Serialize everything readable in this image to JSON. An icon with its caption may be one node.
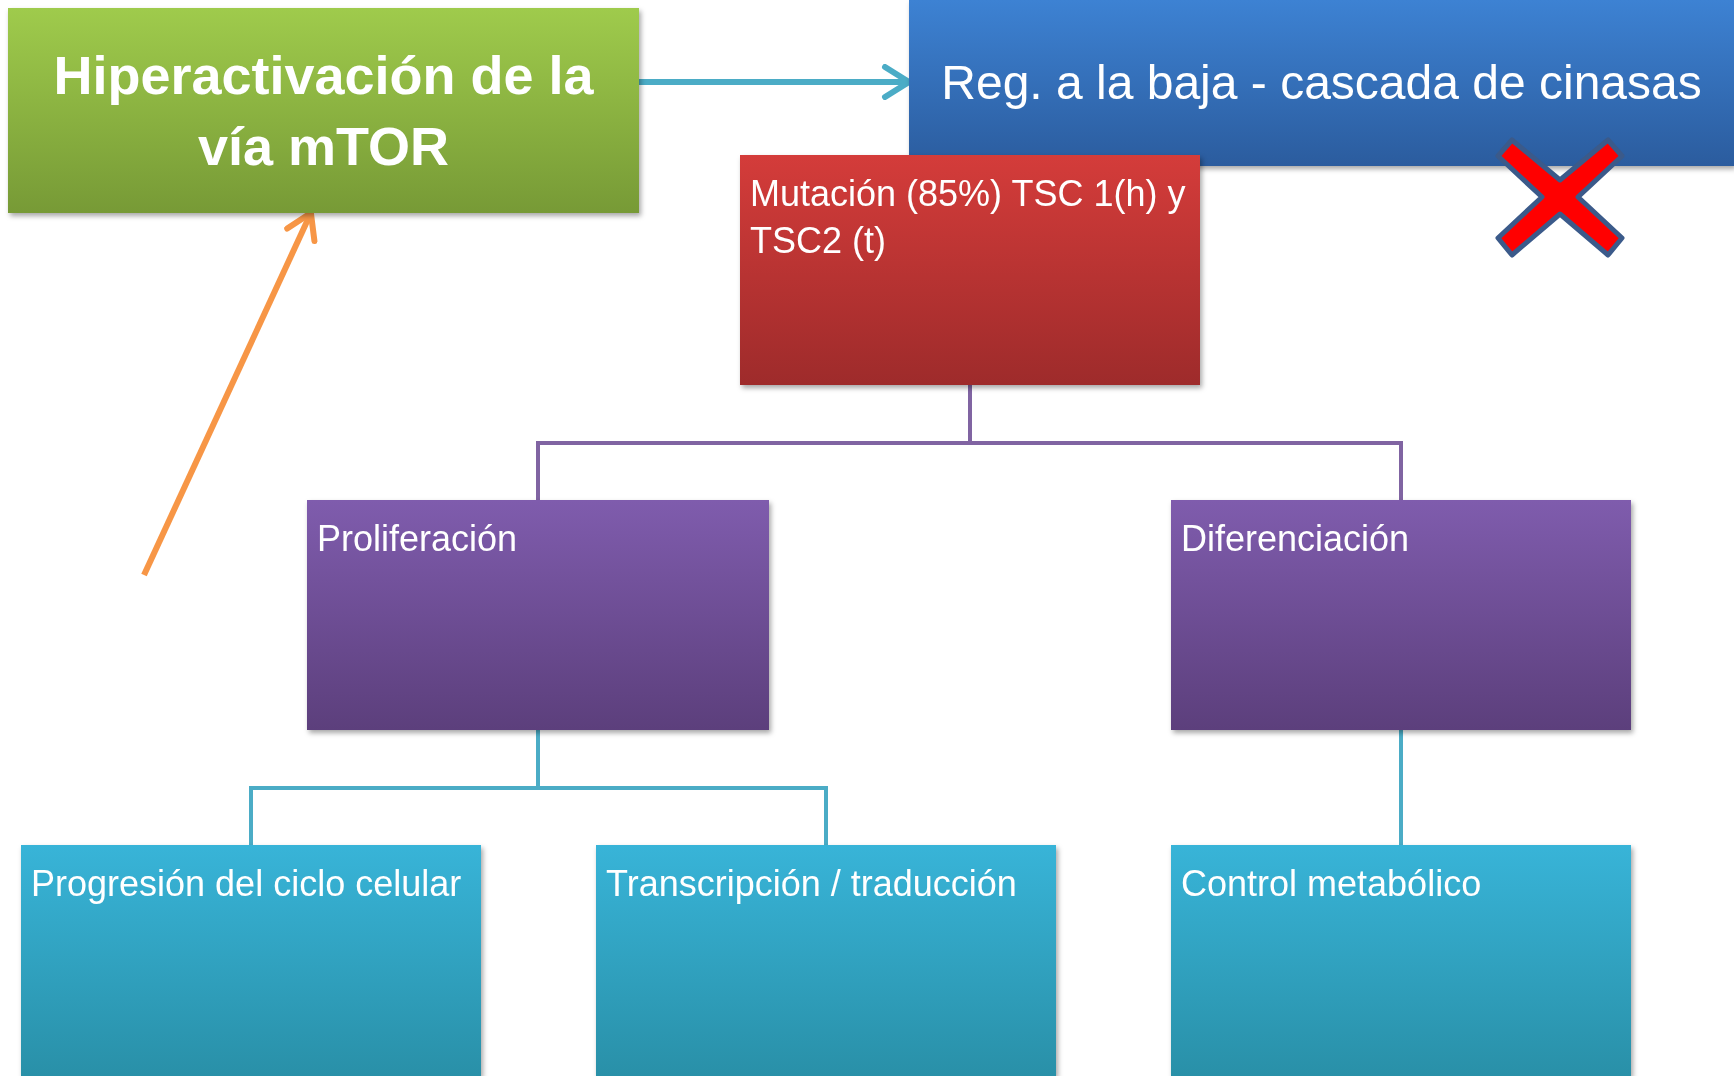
{
  "diagram": {
    "nodes": [
      {
        "text": [
          "Hiperactivación de la vía mTOR"
        ]
      },
      {
        "text": [
          "Reg. a la baja - cascada de cinasas"
        ]
      },
      {
        "text": [
          "Mutación (85%) TSC 1(h) y TSC2 (t)"
        ]
      },
      {
        "text": [
          "Proliferación"
        ]
      },
      {
        "text": [
          "Diferenciación"
        ]
      },
      {
        "text": [
          "Progresión del ciclo celular"
        ]
      },
      {
        "text": [
          "Transcripción / traducción"
        ]
      },
      {
        "text": [
          "Control metabólico"
        ]
      }
    ],
    "edges": [
      {
        "from": 0,
        "to": 1,
        "arrow": "to"
      },
      {
        "from": null,
        "to": 0,
        "arrow": "to",
        "color": "#f79646"
      },
      {
        "from": 2,
        "to": 3,
        "arrow": "none",
        "color": "#8064a2"
      },
      {
        "from": 2,
        "to": 4,
        "arrow": "none",
        "color": "#8064a2"
      },
      {
        "from": 3,
        "to": 5,
        "arrow": "none"
      },
      {
        "from": 3,
        "to": 6,
        "arrow": "none"
      },
      {
        "from": 4,
        "to": 7,
        "arrow": "none"
      }
    ]
  }
}
